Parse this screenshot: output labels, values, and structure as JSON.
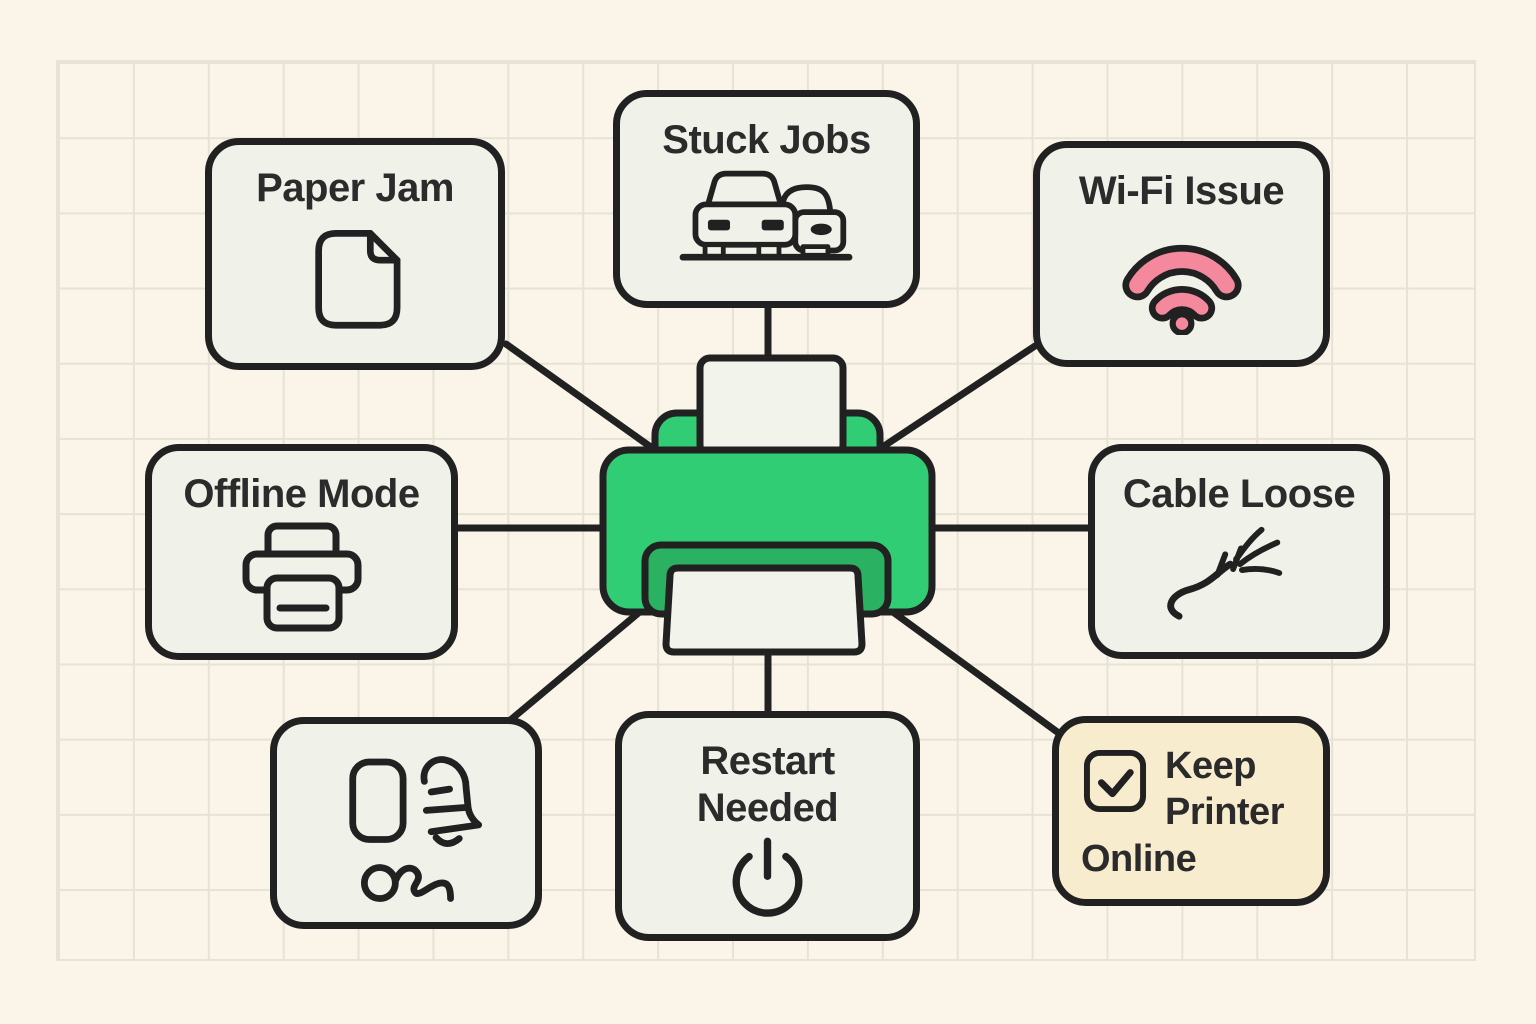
{
  "title": "Printer troubleshooting mind map",
  "colors": {
    "bg": "#faf5e8",
    "grid": "#e6e2d6",
    "ink": "#212121",
    "box-fill": "#f0f2e9",
    "box-text": "#2b2b2b",
    "green": "#31cd74",
    "green-dark": "#2ab161",
    "paper": "#f2f3ea",
    "pink": "#f4899e",
    "highlight-fill": "#f8ecce"
  },
  "center": {
    "name": "printer-illustration",
    "body_color": "#31cd74",
    "tray_color": "#2ab161",
    "paper_color": "#f2f3ea"
  },
  "nodes": {
    "paper_jam": {
      "label": "Paper Jam",
      "icon": "document-icon"
    },
    "stuck_jobs": {
      "label": "Stuck Jobs",
      "icon": "traffic-cars-icon"
    },
    "wifi_issue": {
      "label": "Wi-Fi Issue",
      "icon": "wifi-icon",
      "icon_color": "#f4899e"
    },
    "offline_mode": {
      "label": "Offline Mode",
      "icon": "printer-outline-icon"
    },
    "cable_loose": {
      "label": "Cable Loose",
      "icon": "frayed-cable-icon"
    },
    "alerts": {
      "label": "",
      "icon": "phone-bell-squiggle-icons"
    },
    "restart_needed": {
      "label": "Restart Needed",
      "icon": "power-icon"
    },
    "keep_printer_online": {
      "label": "Keep Printer Online",
      "icon": "checkbox-check-icon",
      "highlighted": true
    }
  }
}
